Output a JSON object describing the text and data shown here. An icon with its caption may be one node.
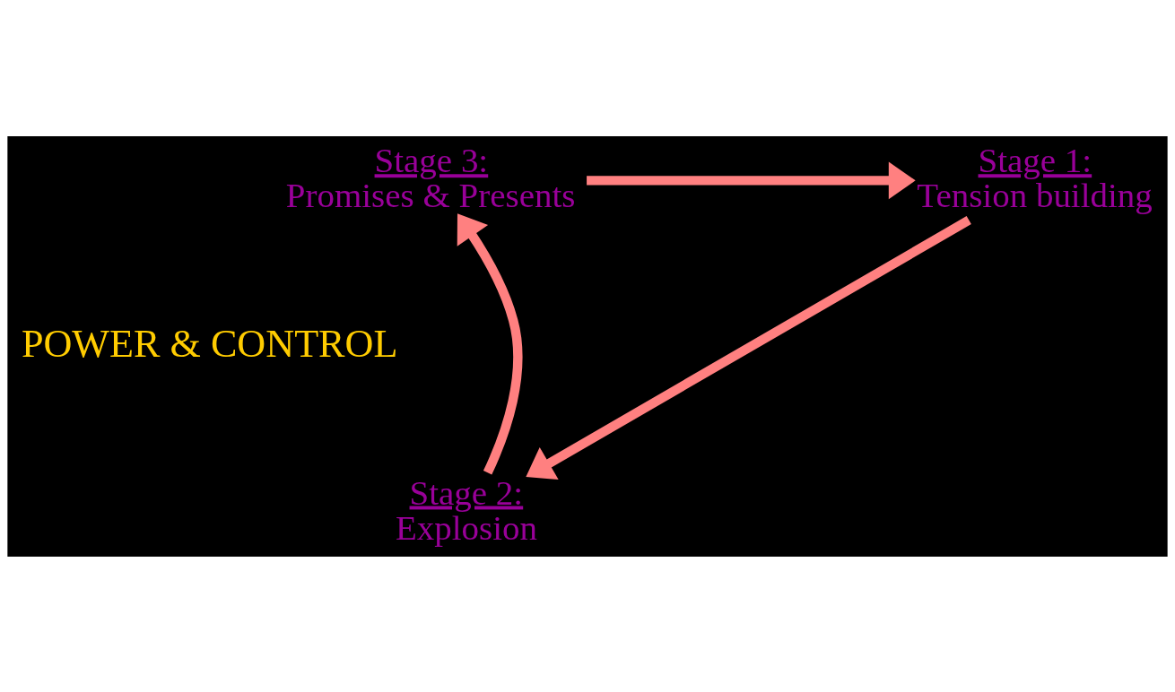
{
  "diagram": {
    "nodes": [
      {
        "text": [
          "Stage 1:",
          "Tension building"
        ]
      },
      {
        "text": [
          "Stage 2:",
          "Explosion"
        ]
      },
      {
        "text": [
          "Stage 3:",
          "Promises & Presents"
        ]
      }
    ],
    "edges": [
      {
        "from": 2,
        "to": 0,
        "arrow": "to"
      },
      {
        "from": 0,
        "to": 1,
        "arrow": "to"
      },
      {
        "from": 1,
        "to": 2,
        "arrow": "to"
      }
    ],
    "labels": [
      "POWER & CONTROL"
    ]
  }
}
